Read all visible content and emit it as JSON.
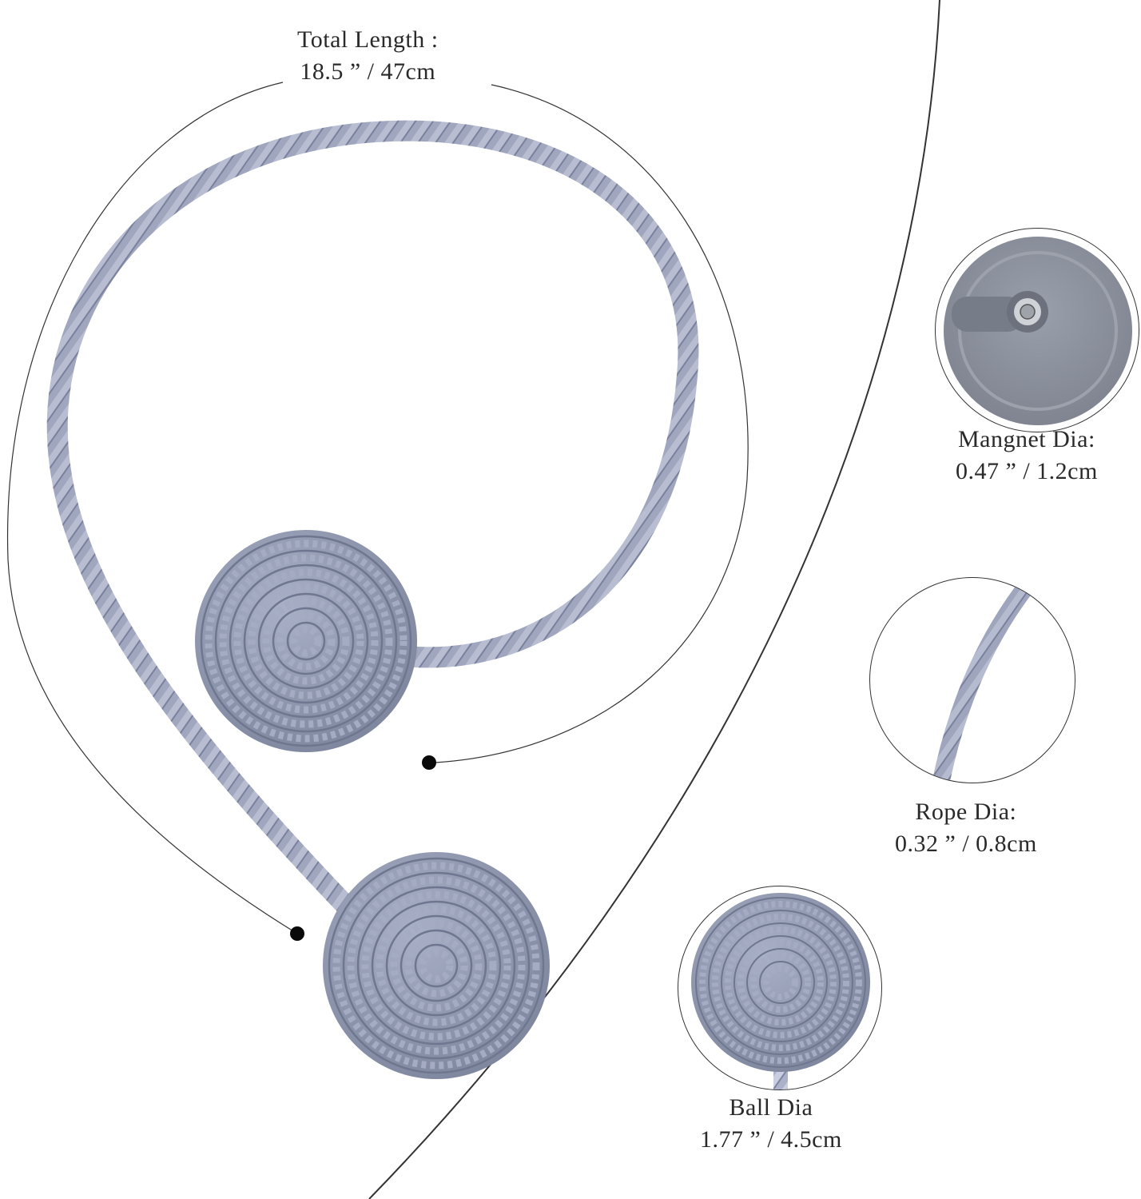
{
  "total_length": {
    "title": "Total  Length :",
    "value": "18.5 ” / 47cm"
  },
  "magnet": {
    "title": "Mangnet Dia:",
    "value": "0.47 ” / 1.2cm"
  },
  "rope": {
    "title": "Rope Dia:",
    "value": "0.32 ” / 0.8cm"
  },
  "ball": {
    "title": "Ball  Dia",
    "value": "1.77 ” / 4.5cm"
  },
  "colors": {
    "rope": "#aab1c9",
    "ball": "#8d95ab",
    "magnet_base": "#8b909c",
    "line": "#333333"
  }
}
